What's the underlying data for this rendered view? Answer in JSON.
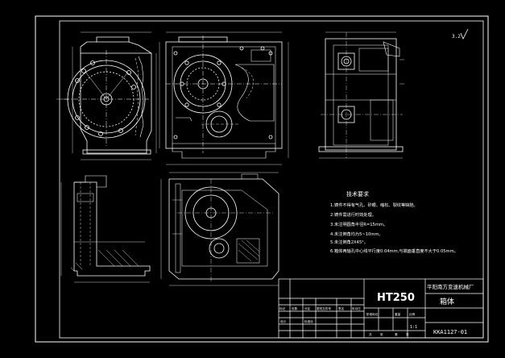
{
  "drawing": {
    "background": "#000000",
    "line_color": "#ffffff",
    "roughness_mark": "3.2",
    "tech_req": {
      "title": "技术要求",
      "items": [
        "1.铸件不得有气孔、砂眼、缩松、裂纹等缺陷。",
        "2.铸件需进行时效处理。",
        "3.未注明圆角半径R=15mm。",
        "4.未注倒角均为5~10mm。",
        "5.未注倒角2X45°。",
        "6.箱体两轴孔中心线平行度0.04mm,与端面垂直度不大于0.05mm。"
      ]
    },
    "title_block": {
      "material": "HT250",
      "company": "平阳南方变速机械厂",
      "part_name": "箱体",
      "drawing_no": "KKA1127-01",
      "scale": "1:1",
      "header_cells": [
        "标记",
        "处数",
        "分区",
        "更改文件号",
        "签名",
        "年月日"
      ],
      "row_cells": [
        "设计",
        "标准化",
        "阶段标记",
        "重量",
        "比例"
      ],
      "bottom_cells": [
        "共",
        "张",
        "第",
        "张"
      ]
    }
  }
}
